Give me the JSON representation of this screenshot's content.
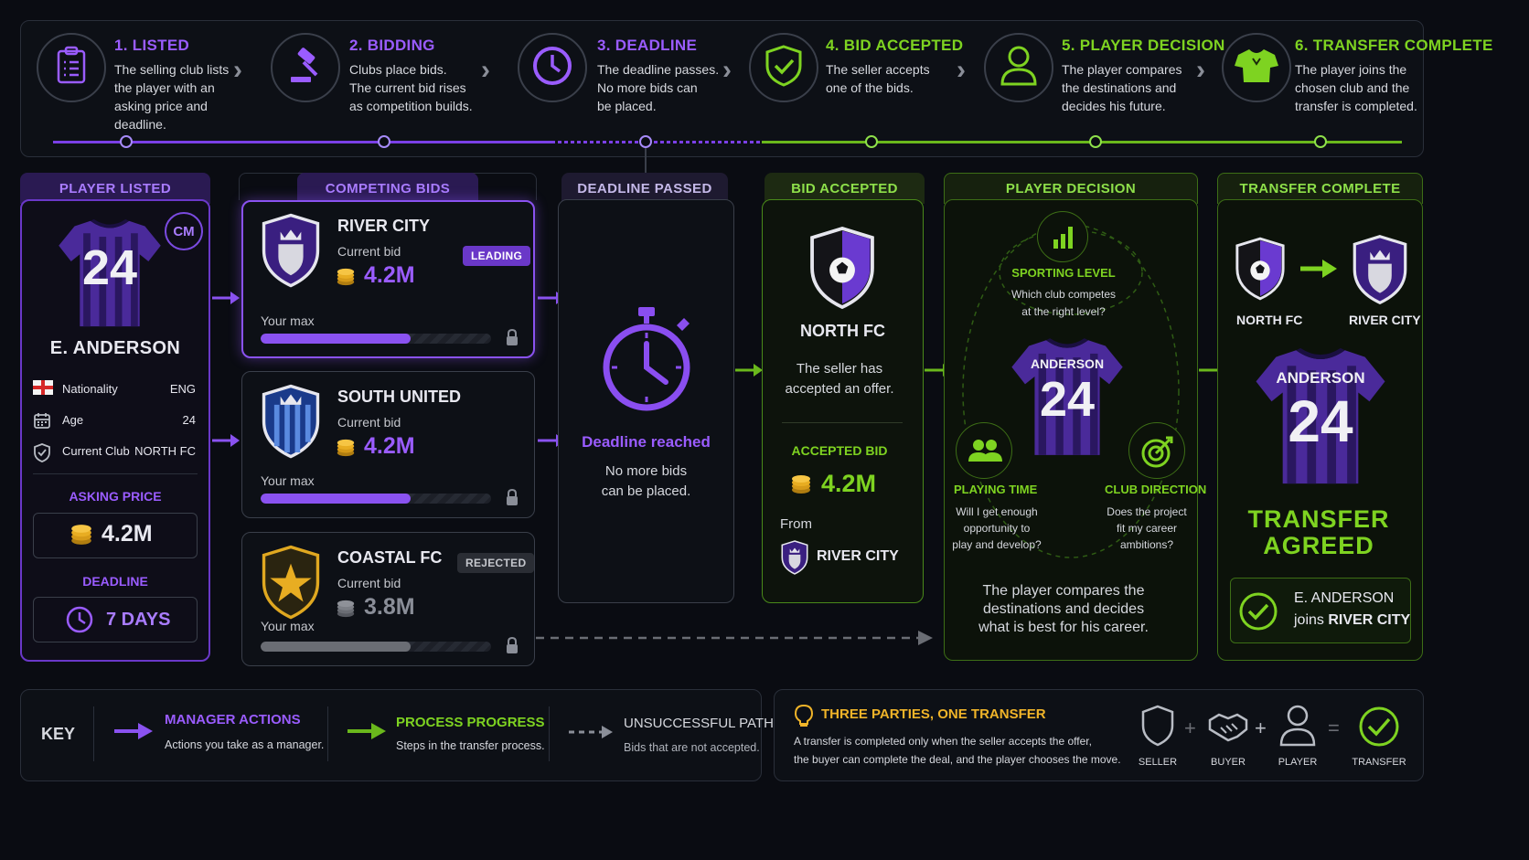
{
  "steps": [
    {
      "title": "1. LISTED",
      "text_lines": [
        "The selling club lists",
        "the player with an",
        "asking price and",
        "deadline."
      ],
      "icon": "clipboard-icon"
    },
    {
      "title": "2. BIDDING",
      "text_lines": [
        "Clubs place bids.",
        "The current bid rises",
        "as competition builds."
      ],
      "icon": "gavel-icon"
    },
    {
      "title": "3. DEADLINE",
      "text_lines": [
        "The deadline passes.",
        "No more bids can",
        "be placed."
      ],
      "icon": "clock-icon"
    },
    {
      "title": "4. BID ACCEPTED",
      "text_lines": [
        "The seller accepts",
        "one of the bids."
      ],
      "icon": "shield-check-icon"
    },
    {
      "title": "5. PLAYER DECISION",
      "text_lines": [
        "The player compares",
        "the destinations and",
        "decides his future."
      ],
      "icon": "user-icon"
    },
    {
      "title": "6. TRANSFER COMPLETE",
      "text_lines": [
        "The player joins the",
        "chosen club and the",
        "transfer is completed."
      ],
      "icon": "shirt-icon"
    }
  ],
  "listed": {
    "header": "PLAYER LISTED",
    "position": "CM",
    "shirt_number": "24",
    "player_name": "E. ANDERSON",
    "rows": [
      {
        "label": "Nationality",
        "value": "ENG",
        "icon": "england-flag-icon"
      },
      {
        "label": "Age",
        "value": "24",
        "icon": "calendar-icon"
      },
      {
        "label": "Current Club",
        "value": "NORTH FC",
        "icon": "shield-icon"
      }
    ],
    "asking_label": "ASKING PRICE",
    "asking_value": "4.2M",
    "deadline_label": "DEADLINE",
    "deadline_value": "7 DAYS"
  },
  "bids": {
    "header": "COMPETING BIDS",
    "cards": [
      {
        "club": "RIVER CITY",
        "bid_label": "Current bid",
        "bid": "4.2M",
        "max_label": "Your max",
        "badge": "LEADING",
        "max_fraction": 0.65
      },
      {
        "club": "SOUTH UNITED",
        "bid_label": "Current bid",
        "bid": "4.2M",
        "max_label": "Your max",
        "badge": "",
        "max_fraction": 0.65
      },
      {
        "club": "COASTAL FC",
        "bid_label": "Current bid",
        "bid": "3.8M",
        "max_label": "Your max",
        "badge": "REJECTED",
        "max_fraction": 0.65
      }
    ]
  },
  "deadline": {
    "header": "DEADLINE PASSED",
    "title": "Deadline reached",
    "text_lines": [
      "No more bids",
      "can be placed."
    ]
  },
  "accepted": {
    "header": "BID ACCEPTED",
    "club": "NORTH FC",
    "text_lines": [
      "The seller has",
      "accepted an offer."
    ],
    "accepted_label": "ACCEPTED BID",
    "accepted_value": "4.2M",
    "from_label": "From",
    "from_club": "RIVER CITY"
  },
  "decision": {
    "header": "PLAYER DECISION",
    "shirt_name": "ANDERSON",
    "shirt_number": "24",
    "sporting": {
      "title": "SPORTING LEVEL",
      "text_lines": [
        "Which club competes",
        "at the right level?"
      ]
    },
    "playing": {
      "title": "PLAYING TIME",
      "text_lines": [
        "Will I get enough",
        "opportunity to",
        "play and develop?"
      ]
    },
    "direction": {
      "title": "CLUB DIRECTION",
      "text_lines": [
        "Does the project",
        "fit my career",
        "ambitions?"
      ]
    },
    "summary_lines": [
      "The player compares the",
      "destinations and decides",
      "what is best for his career."
    ]
  },
  "complete": {
    "header": "TRANSFER COMPLETE",
    "from_club": "NORTH FC",
    "to_club": "RIVER CITY",
    "shirt_name": "ANDERSON",
    "shirt_number": "24",
    "agreed_line1": "TRANSFER",
    "agreed_line2": "AGREED",
    "confirm_name": "E. ANDERSON",
    "confirm_joins": "joins",
    "confirm_club": "RIVER CITY"
  },
  "key": {
    "label": "KEY",
    "items": [
      {
        "title": "MANAGER ACTIONS",
        "text": "Actions you take as a manager."
      },
      {
        "title": "PROCESS PROGRESS",
        "text": "Steps in the transfer process."
      },
      {
        "title": "UNSUCCESSFUL PATH",
        "text": "Bids that are not accepted."
      }
    ]
  },
  "parties": {
    "title": "THREE PARTIES, ONE TRANSFER",
    "text_lines": [
      "A transfer is completed only when the seller accepts the offer,",
      "the buyer can complete the deal, and the player chooses the move."
    ],
    "plus": "+",
    "equals": "=",
    "labels": [
      "SELLER",
      "BUYER",
      "PLAYER",
      "TRANSFER"
    ]
  },
  "colors": {
    "purple": "#9a5cff",
    "green": "#7ed321",
    "gold": "#f0b429",
    "grey": "#8a8e98"
  }
}
